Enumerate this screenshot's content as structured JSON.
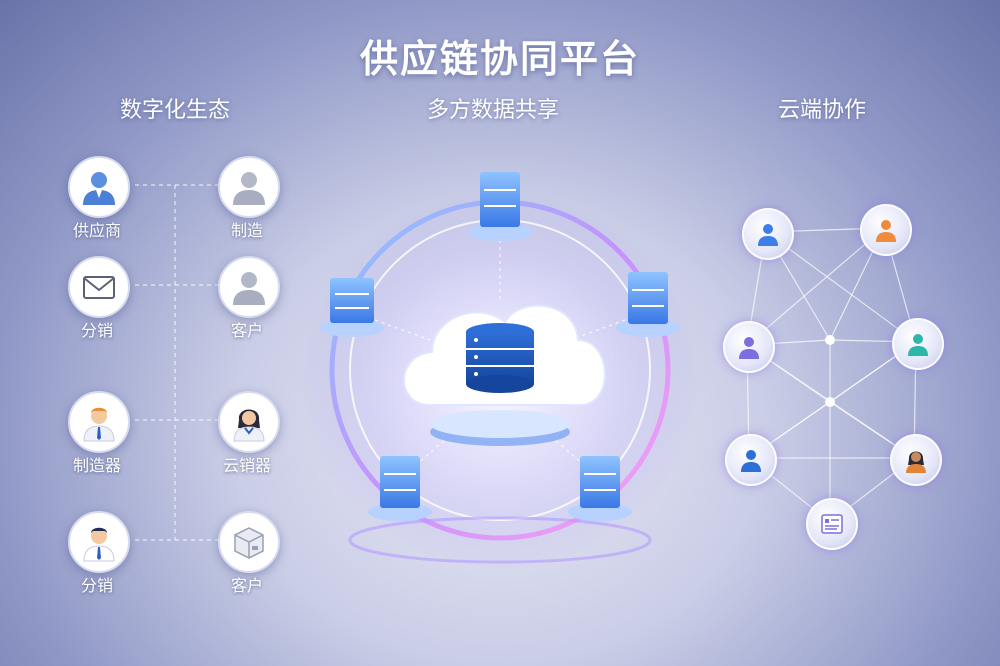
{
  "title": "供应链协同平台",
  "sections": {
    "left": "数字化生态",
    "center": "多方数据共享",
    "right": "云端协作"
  },
  "left_nodes": [
    {
      "label": "供应商",
      "icon": "supplier-avatar-icon"
    },
    {
      "label": "制造",
      "icon": "user-icon"
    },
    {
      "label": "分销",
      "icon": "envelope-icon"
    },
    {
      "label": "客户",
      "icon": "user-icon"
    },
    {
      "label": "制造器",
      "icon": "man-avatar-icon"
    },
    {
      "label": "云销器",
      "icon": "woman-avatar-icon"
    },
    {
      "label": "分销",
      "icon": "doctor-avatar-icon"
    },
    {
      "label": "客户",
      "icon": "box-icon"
    }
  ],
  "center": {
    "hub_icon": "cloud-database-icon",
    "server_icon": "server-icon"
  },
  "right_nodes": [
    {
      "icon": "user-icon",
      "color": "#3d7ee8"
    },
    {
      "icon": "user-icon",
      "color": "#f08a3c"
    },
    {
      "icon": "user-icon",
      "color": "#7b6ee0"
    },
    {
      "icon": "user-icon",
      "color": "#2cb7a8"
    },
    {
      "icon": "user-icon",
      "color": "#2d6fd6"
    },
    {
      "icon": "woman-avatar-icon",
      "color": "#e0843a"
    },
    {
      "icon": "document-icon",
      "color": "#7b6ee0"
    }
  ]
}
